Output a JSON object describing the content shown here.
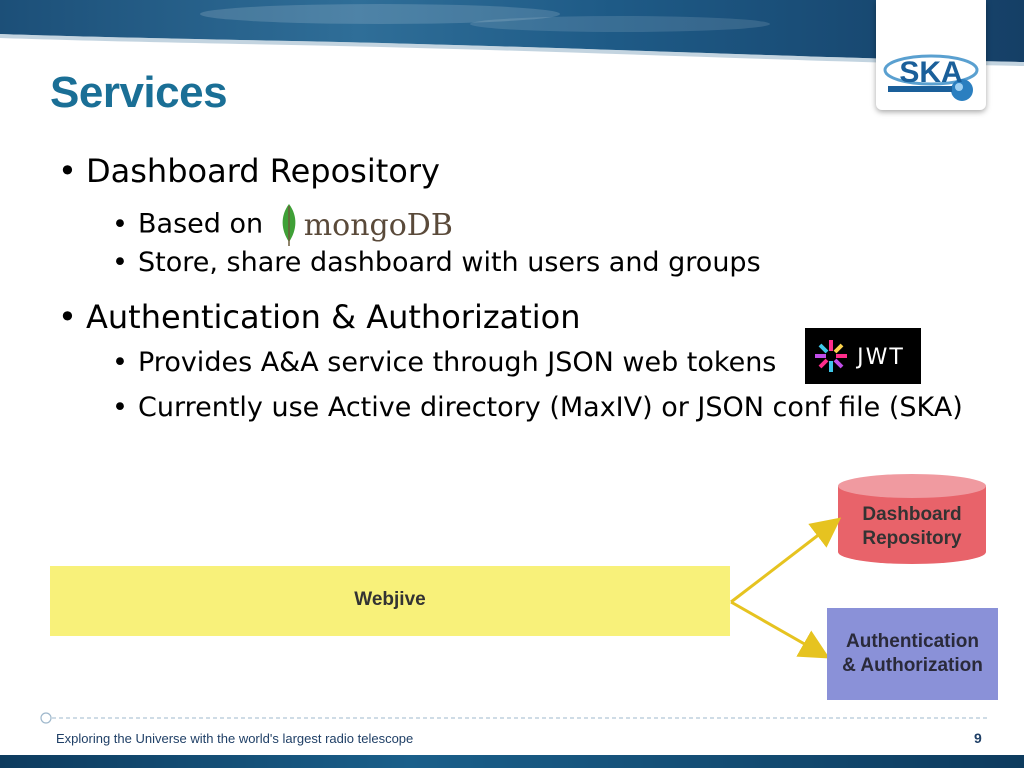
{
  "slide": {
    "title": "Services",
    "bullets": [
      {
        "text": "Dashboard Repository",
        "children": [
          {
            "text": "Based on",
            "logo": "mongoDB"
          },
          {
            "text": "Store, share dashboard with users and groups"
          }
        ]
      },
      {
        "text": "Authentication & Authorization",
        "children": [
          {
            "text": "Provides A&A service through JSON web tokens",
            "logo": "JWT"
          },
          {
            "text": "Currently use Active directory (MaxIV) or JSON conf file (SKA)"
          }
        ]
      }
    ],
    "bullet_char": "•"
  },
  "diagram": {
    "webjive_label": "Webjive",
    "db_label_line1": "Dashboard",
    "db_label_line2": "Repository",
    "auth_label_line1": "Authentication",
    "auth_label_line2": "& Authorization",
    "colors": {
      "webjive": "#f8f17a",
      "db": "#e8636a",
      "auth": "#8a91d8",
      "arrow": "#e6c320"
    }
  },
  "footer": {
    "tagline": "Exploring the Universe with the world's largest radio telescope",
    "page_number": "9"
  },
  "logos": {
    "ska": "SKA",
    "mongo_icon": "leaf-icon",
    "jwt_icon": "jwt-logo"
  }
}
